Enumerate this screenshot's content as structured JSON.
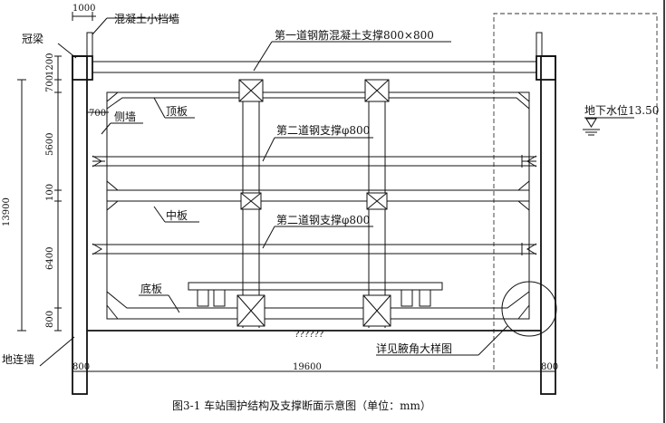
{
  "labels": {
    "guide_wall": "混凝土小挡墙",
    "crown_beam": "冠梁",
    "first_strut": "第一道钢筋混凝土支撑800×800",
    "roof_slab": "顶板",
    "side_wall": "侧墙",
    "second_strut_a": "第二道钢支撑φ800",
    "groundwater": "地下水位13.50",
    "middle_slab": "中板",
    "second_strut_b": "第二道钢支撑φ800",
    "base_slab": "底板",
    "diaphragm_wall": "地连墙",
    "detail_ref": "详见腋角大样图",
    "partial_text": "??????"
  },
  "dimensions": {
    "top_width": "1000",
    "wall_thickness": "700",
    "total_height": "13900",
    "v_1200": "1200",
    "v_700": "700",
    "v_5600": "5600",
    "v_100": "100",
    "v_6400": "6400",
    "v_800": "800",
    "left_wall": "800",
    "span": "19600",
    "right_wall": "800"
  },
  "caption": "图3-1  车站围护结构及支撑断面示意图（单位：mm）"
}
